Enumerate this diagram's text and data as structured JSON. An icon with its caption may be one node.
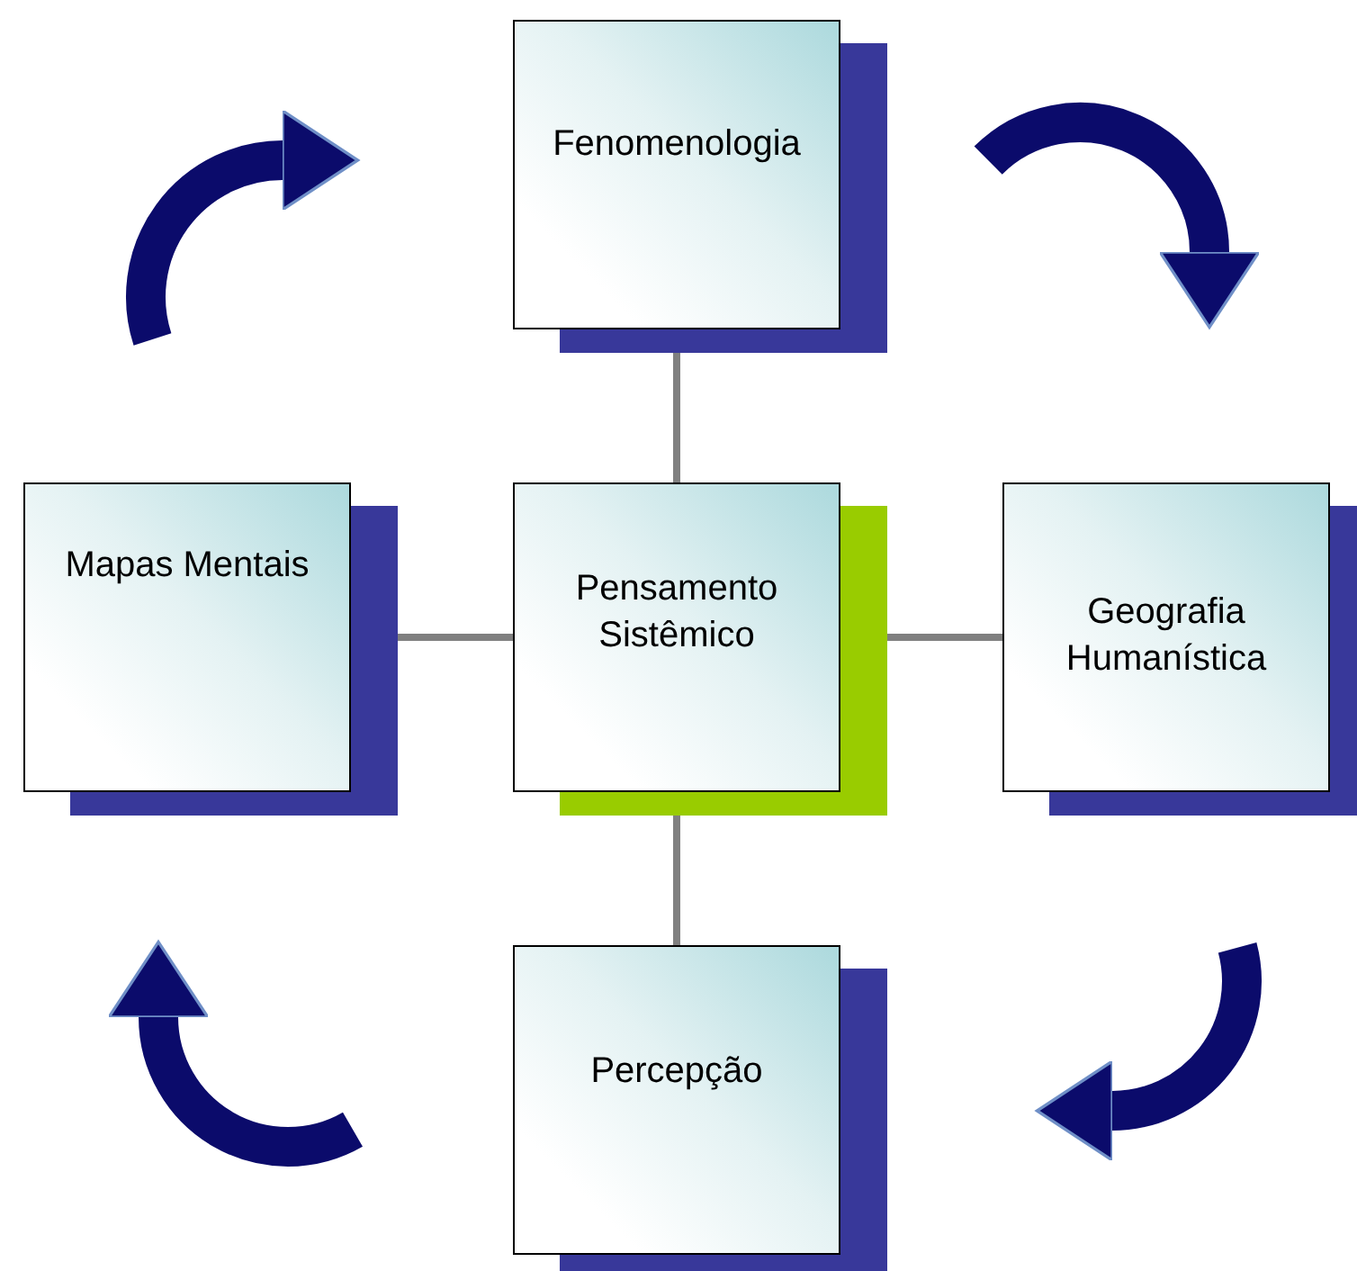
{
  "diagram": {
    "nodes": [
      {
        "text": [
          "Fenomenologia"
        ]
      },
      {
        "text": [
          "Mapas Mentais"
        ]
      },
      {
        "text": [
          "Pensamento Sistêmico"
        ]
      },
      {
        "text": [
          "Geografia Humanística"
        ]
      },
      {
        "text": [
          "Percepção"
        ]
      }
    ],
    "edges": [
      {
        "from": 2,
        "to": 0,
        "arrow": "none"
      },
      {
        "from": 2,
        "to": 1,
        "arrow": "none"
      },
      {
        "from": 2,
        "to": 3,
        "arrow": "none"
      },
      {
        "from": 2,
        "to": 4,
        "arrow": "none"
      }
    ]
  }
}
